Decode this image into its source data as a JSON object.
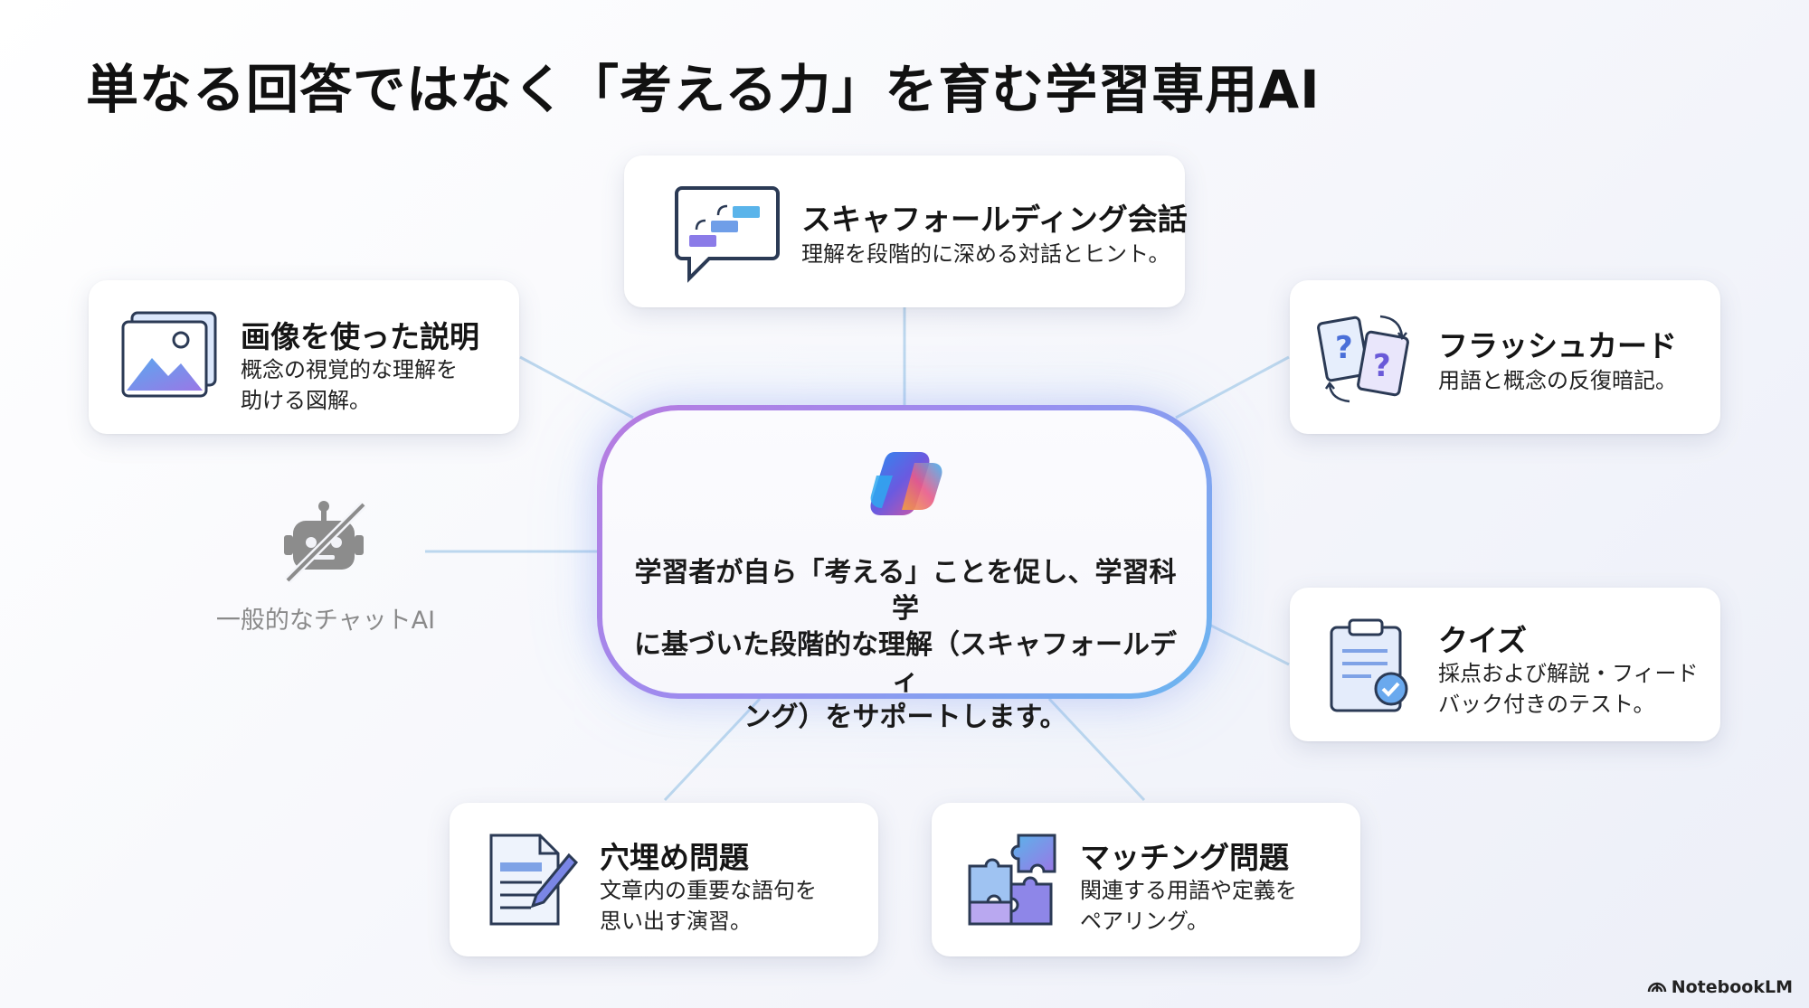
{
  "title": "単なる回答ではなく「考える力」を育む学習専用AI",
  "center": {
    "text": "学習者が自ら「考える」ことを促し、学習科学\nに基づいた段階的な理解（スキャフォールディ\nング）をサポートします。",
    "icon": "copilot-logo-icon"
  },
  "generic_ai": {
    "label": "一般的なチャットAI",
    "icon": "crossed-out-robot-icon"
  },
  "cards": {
    "scaffolding": {
      "title": "スキャフォールディング会話",
      "desc": "理解を段階的に深める対話とヒント。",
      "icon": "chat-steps-icon"
    },
    "image": {
      "title": "画像を使った説明",
      "desc": "概念の視覚的な理解を\n助ける図解。",
      "icon": "image-icon"
    },
    "flashcard": {
      "title": "フラッシュカード",
      "desc": "用語と概念の反復暗記。",
      "icon": "flashcards-icon"
    },
    "quiz": {
      "title": "クイズ",
      "desc": "採点および解説・フィード\nバック付きのテスト。",
      "icon": "clipboard-check-icon"
    },
    "fill": {
      "title": "穴埋め問題",
      "desc": "文章内の重要な語句を\n思い出す演習。",
      "icon": "document-pencil-icon"
    },
    "matching": {
      "title": "マッチング問題",
      "desc": "関連する用語や定義を\nペアリング。",
      "icon": "puzzle-icon"
    }
  },
  "brand": "NotebookLM",
  "colors": {
    "accent_purple": "#9b8df0",
    "accent_blue": "#6ab7f0",
    "line": "#bcd7ee"
  }
}
